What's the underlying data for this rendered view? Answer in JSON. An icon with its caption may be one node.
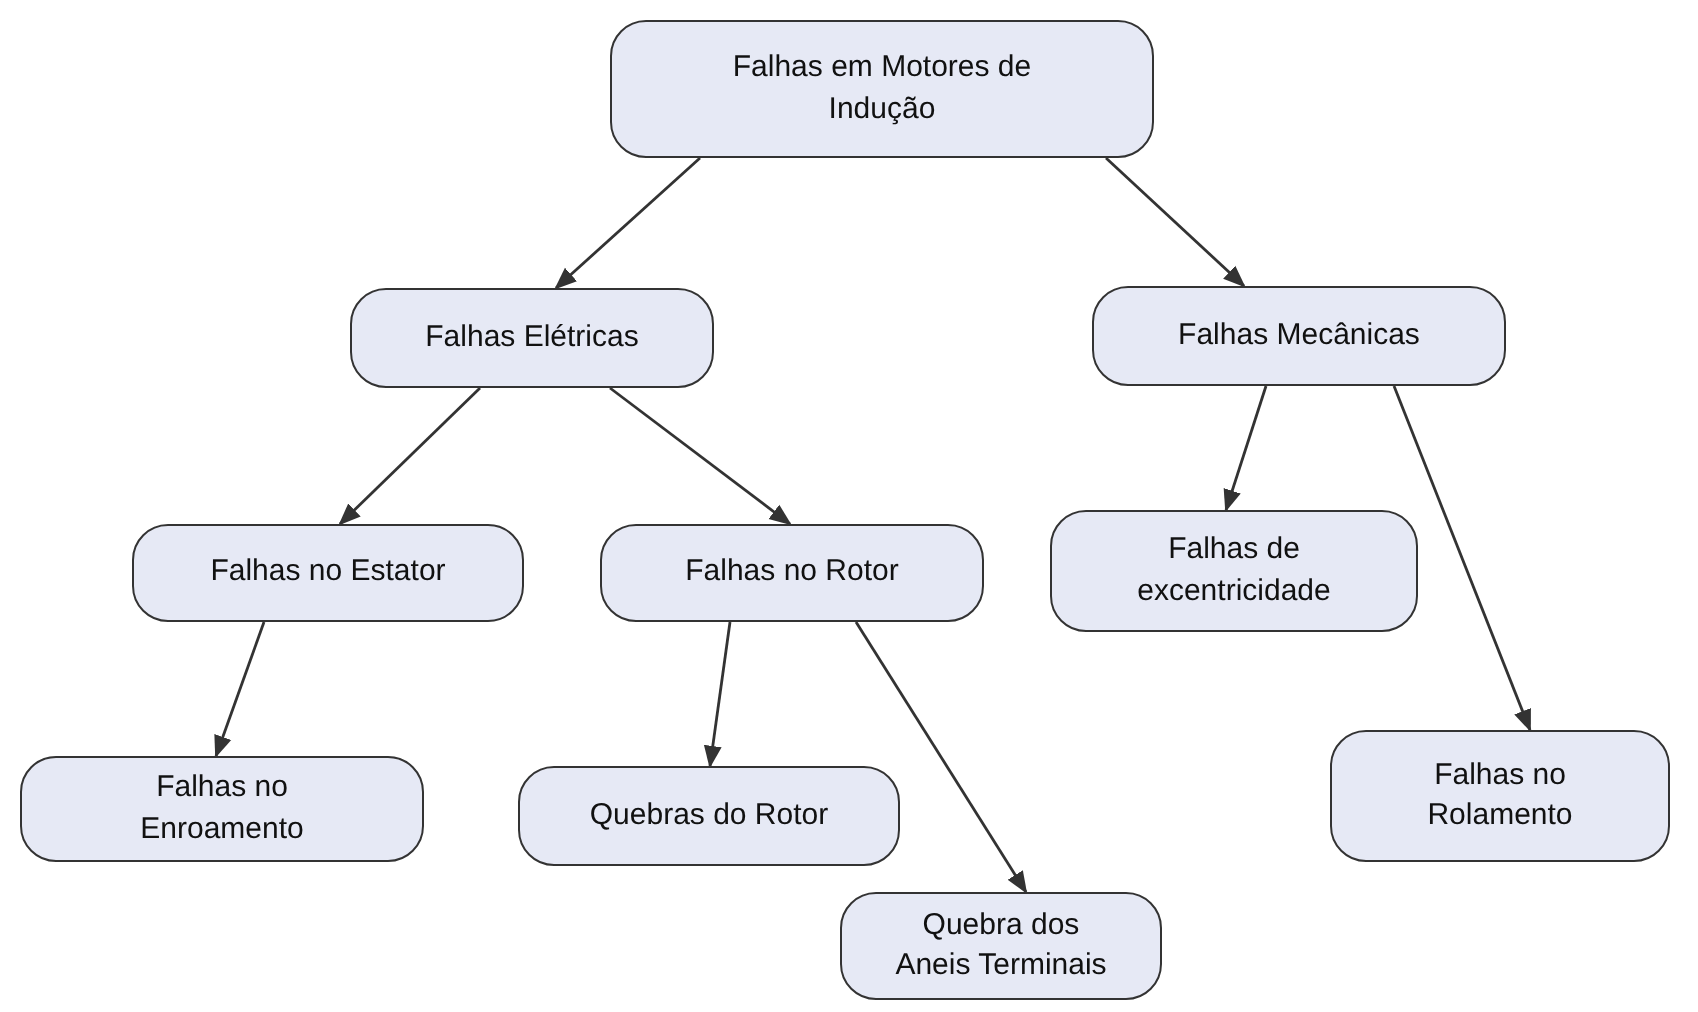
{
  "diagram": {
    "nodes": [
      {
        "text": [
          "Falhas em Motores de Indução"
        ]
      },
      {
        "text": [
          "Falhas Elétricas"
        ]
      },
      {
        "text": [
          "Falhas Mecânicas"
        ]
      },
      {
        "text": [
          "Falhas no Estator"
        ]
      },
      {
        "text": [
          "Falhas no Rotor"
        ]
      },
      {
        "text": [
          "Falhas de excentricidade"
        ]
      },
      {
        "text": [
          "Falhas no Enroamento"
        ]
      },
      {
        "text": [
          "Quebras do Rotor"
        ]
      },
      {
        "text": [
          "Falhas no Rolamento"
        ]
      },
      {
        "text": [
          "Quebra dos Aneis Terminais"
        ]
      }
    ],
    "edges": [
      {
        "from": 0,
        "to": 1,
        "arrow": "to"
      },
      {
        "from": 0,
        "to": 2,
        "arrow": "to"
      },
      {
        "from": 1,
        "to": 3,
        "arrow": "to"
      },
      {
        "from": 1,
        "to": 4,
        "arrow": "to"
      },
      {
        "from": 2,
        "to": 5,
        "arrow": "to"
      },
      {
        "from": 2,
        "to": 8,
        "arrow": "to"
      },
      {
        "from": 3,
        "to": 6,
        "arrow": "to"
      },
      {
        "from": 4,
        "to": 7,
        "arrow": "to"
      },
      {
        "from": 4,
        "to": 9,
        "arrow": "to"
      }
    ]
  }
}
